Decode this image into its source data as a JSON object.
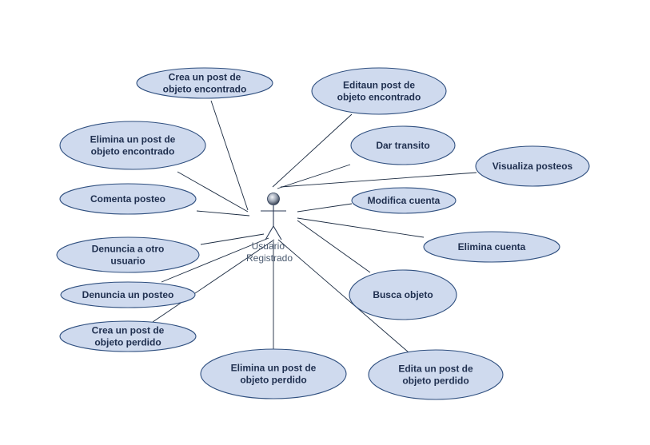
{
  "actor": {
    "name_lines": [
      "Usuario",
      "Registrado"
    ]
  },
  "use_cases": [
    {
      "id": "crea-post-encontrado",
      "lines": [
        "Crea un post de",
        "objeto encontrado"
      ]
    },
    {
      "id": "edita-post-encontrado",
      "lines": [
        "Editaun post de",
        "objeto encontrado"
      ]
    },
    {
      "id": "elimina-post-encontrado",
      "lines": [
        "Elimina un post de",
        "objeto encontrado"
      ]
    },
    {
      "id": "dar-transito",
      "lines": [
        "Dar transito"
      ]
    },
    {
      "id": "visualiza-posteos",
      "lines": [
        "Visualiza posteos"
      ]
    },
    {
      "id": "comenta-posteo",
      "lines": [
        "Comenta posteo"
      ]
    },
    {
      "id": "modifica-cuenta",
      "lines": [
        "Modifica cuenta"
      ]
    },
    {
      "id": "elimina-cuenta",
      "lines": [
        "Elimina cuenta"
      ]
    },
    {
      "id": "denuncia-usuario",
      "lines": [
        "Denuncia a otro",
        "usuario"
      ]
    },
    {
      "id": "busca-objeto",
      "lines": [
        "Busca objeto"
      ]
    },
    {
      "id": "denuncia-posteo",
      "lines": [
        "Denuncia un posteo"
      ]
    },
    {
      "id": "crea-post-perdido",
      "lines": [
        "Crea un post de",
        "objeto perdido"
      ]
    },
    {
      "id": "elimina-post-perdido",
      "lines": [
        "Elimina un post de",
        "objeto perdido"
      ]
    },
    {
      "id": "edita-post-perdido",
      "lines": [
        "Edita un post de",
        "objeto perdido"
      ]
    }
  ]
}
